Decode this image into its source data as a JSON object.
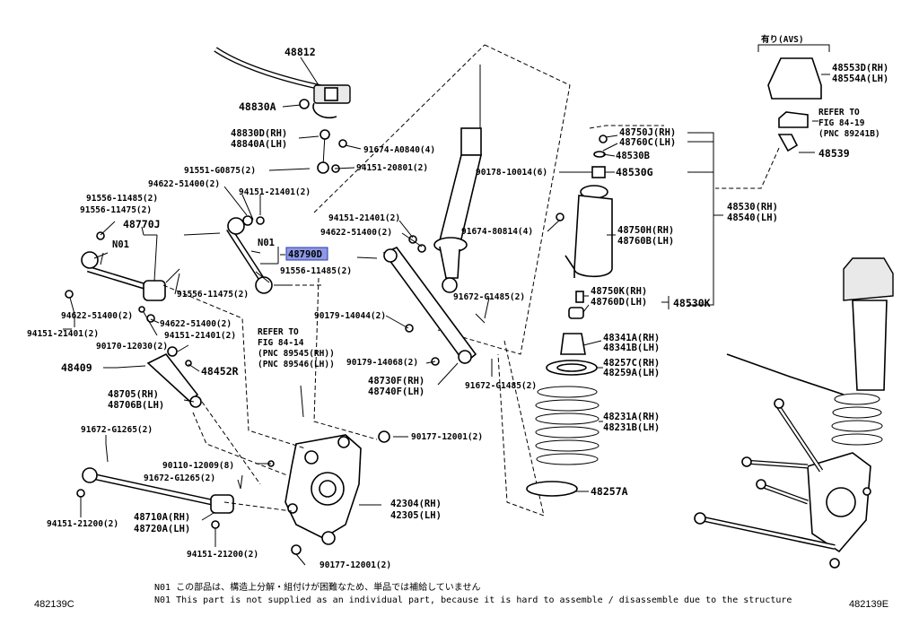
{
  "labels": {
    "p48812": "48812",
    "p48830a": "48830A",
    "p48830d": "48830D(RH)",
    "p48840a": "48840A(LH)",
    "p91674a": "91674-A0840(4)",
    "p91551": "91551-G0875(2)",
    "p94151_20801": "94151-20801(2)",
    "p94622_a": "94622-51400(2)",
    "p94151_21401_a": "94151-21401(2)",
    "p91556_a": "91556-11485(2)",
    "p91556_b": "91556-11475(2)",
    "p48770j": "48770J",
    "n01a": "N01",
    "n01b": "N01",
    "p48790d": "48790D",
    "p91556_c": "91556-11485(2)",
    "p91556_d": "91556-11475(2)",
    "p94622_b": "94622-51400(2)",
    "p94151_21401_b": "94151-21401(2)",
    "p94622_c": "94622-51400(2)",
    "p94151_21401_c": "94151-21401(2)",
    "p90170": "90170-12030(2)",
    "p48409": "48409",
    "p48452r": "48452R",
    "p48705": "48705(RH)",
    "p48706": "48706B(LH)",
    "p91672_g1265a": "91672-G1265(2)",
    "p90110": "90110-12009(8)",
    "p91672_g1265b": "91672-G1265(2)",
    "p48710a": "48710A(RH)",
    "p48720a": "48720A(LH)",
    "p94151_21200a": "94151-21200(2)",
    "p94151_21200b": "94151-21200(2)",
    "p90177_a": "90177-12001(2)",
    "p90177_b": "90177-12001(2)",
    "p42304": "42304(RH)",
    "p42305": "42305(LH)",
    "ref1_a": "REFER TO",
    "ref1_b": "FIG 84-14",
    "ref1_c": "(PNC 89545(RH))",
    "ref1_d": "(PNC 89546(LH))",
    "p94151_21401_d": "94151-21401(2)",
    "p94622_d": "94622-51400(2)",
    "p91674_80814": "91674-80814(4)",
    "p91672_g1485a": "91672-G1485(2)",
    "p90179_14044": "90179-14044(2)",
    "p90179_14068": "90179-14068(2)",
    "p48730f": "48730F(RH)",
    "p48740f": "48740F(LH)",
    "p91672_g1485b": "91672-G1485(2)",
    "p90178": "90178-10014(6)",
    "p48750j": "48750J(RH)",
    "p48760c": "48760C(LH)",
    "p48530b": "48530B",
    "p48530g": "48530G",
    "p48750h": "48750H(RH)",
    "p48760b": "48760B(LH)",
    "p48750k": "48750K(RH)",
    "p48760d": "48760D(LH)",
    "p48530k": "48530K",
    "p48341a": "48341A(RH)",
    "p48341b": "48341B(LH)",
    "p48257c": "48257C(RH)",
    "p48259a": "48259A(LH)",
    "p48231a": "48231A(RH)",
    "p48231b": "48231B(LH)",
    "p48257a": "48257A",
    "p48530rh": "48530(RH)",
    "p48540lh": "48540(LH)",
    "avs": "有り(AVS)",
    "p48553d": "48553D(RH)",
    "p48554a": "48554A(LH)",
    "ref2_a": "REFER TO",
    "ref2_b": "FIG 84-19",
    "ref2_c": "(PNC 89241B)",
    "p48539": "48539"
  },
  "notes": {
    "jp": "N01 この部品は、構造上分解・組付けが困難なため、単品では補給していません",
    "en": "N01 This part is not supplied as an individual part, because it is hard to assemble / disassemble due to the structure"
  },
  "codes": {
    "left": "482139C",
    "right": "482139E"
  },
  "highlight": {
    "part_number": "48790D",
    "fill_color": "#8e98e6"
  }
}
